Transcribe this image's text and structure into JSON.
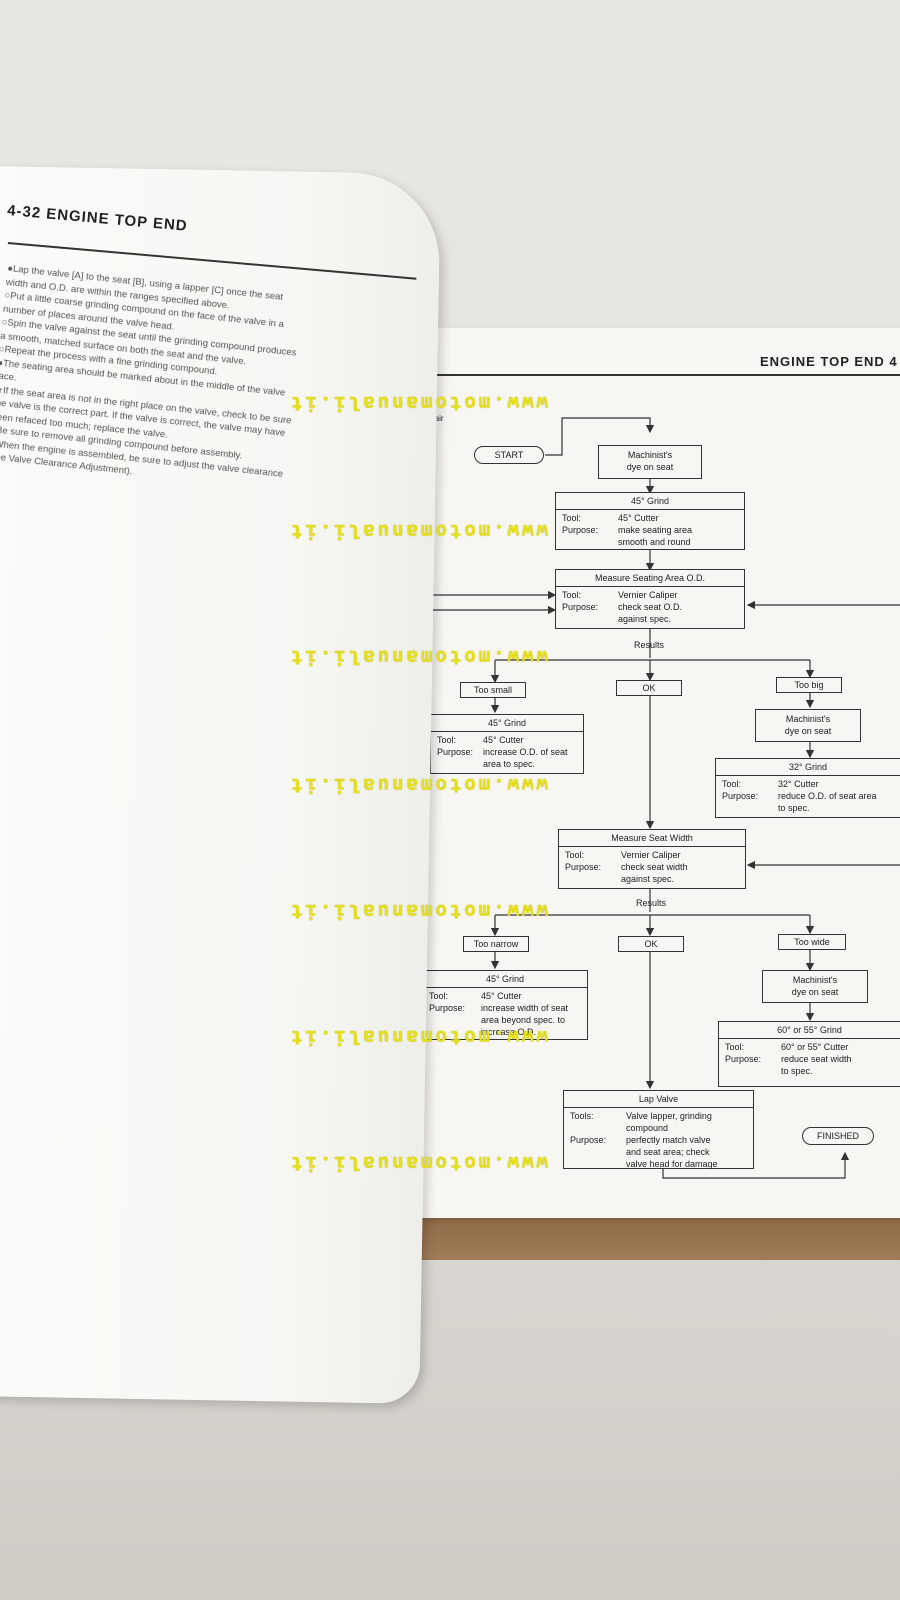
{
  "left_page": {
    "header": "4-32  ENGINE TOP END",
    "lines": [
      "●Lap the valve [A] to the seat [B], using a lapper [C] once the seat",
      "  width and O.D. are within the ranges specified above.",
      "○Put a little coarse grinding compound on the face of the valve in a",
      "  number of places around the valve head.",
      "○Spin the valve against the seat until the grinding compound produces",
      "  a smooth, matched surface on both the seat and the valve.",
      "○Repeat the process with a fine grinding compound.",
      "●The seating area should be marked about in the middle of the valve",
      "  face.",
      "★If the seat area is not in the right place on the valve, check to be sure",
      "  the valve is the correct part.  If the valve is correct, the valve may have",
      "  been refaced too much; replace the valve.",
      "●Be sure to remove all grinding compound before assembly.",
      "●When the engine is assembled, be sure to adjust the valve clearance",
      "  (see Valve Clearance Adjustment)."
    ]
  },
  "right_page": {
    "header": "ENGINE TOP END  4",
    "repair_label": "Repair"
  },
  "flowchart": {
    "start": "START",
    "finished": "FINISHED",
    "dye1": {
      "l1": "Machinist's",
      "l2": "dye on seat"
    },
    "grind45a": {
      "title": "45° Grind",
      "tool_label": "Tool:",
      "tool": "45° Cutter",
      "purpose_label": "Purpose:",
      "purpose1": "make seating area",
      "purpose2": "smooth and round"
    },
    "measure_od": {
      "title": "Measure Seating Area O.D.",
      "tool_label": "Tool:",
      "tool": "Vernier Caliper",
      "purpose_label": "Purpose:",
      "purpose1": "check seat O.D.",
      "purpose2": "against spec."
    },
    "results1": "Results",
    "too_small": "Too small",
    "ok1": "OK",
    "too_big": "Too big",
    "grind45b": {
      "title": "45° Grind",
      "tool_label": "Tool:",
      "tool": "45° Cutter",
      "purpose_label": "Purpose:",
      "purpose1": "increase O.D. of seat",
      "purpose2": "area to spec."
    },
    "dye2": {
      "l1": "Machinist's",
      "l2": "dye on seat"
    },
    "grind32": {
      "title": "32° Grind",
      "tool_label": "Tool:",
      "tool": "32° Cutter",
      "purpose_label": "Purpose:",
      "purpose1": "reduce O.D. of seat area",
      "purpose2": "to spec."
    },
    "measure_width": {
      "title": "Measure Seat Width",
      "tool_label": "Tool:",
      "tool": "Vernier Caliper",
      "purpose_label": "Purpose:",
      "purpose1": "check seat width",
      "purpose2": "against spec."
    },
    "results2": "Results",
    "too_narrow": "Too narrow",
    "ok2": "OK",
    "too_wide": "Too wide",
    "grind45c": {
      "title": "45° Grind",
      "tool_label": "Tool:",
      "tool": "45° Cutter",
      "purpose_label": "Purpose:",
      "purpose1": "increase width of seat",
      "purpose2": "area beyond spec. to",
      "purpose3": "increase O.D."
    },
    "dye3": {
      "l1": "Machinist's",
      "l2": "dye on seat"
    },
    "grind6055": {
      "title": "60° or 55° Grind",
      "tool_label": "Tool:",
      "tool": "60° or 55° Cutter",
      "purpose_label": "Purpose:",
      "purpose1": "reduce seat width",
      "purpose2": "to spec."
    },
    "lap": {
      "title": "Lap Valve",
      "tool_label": "Tools:",
      "tool1": "Valve lapper, grinding",
      "tool2": "compound",
      "purpose_label": "Purpose:",
      "purpose1": "perfectly match valve",
      "purpose2": "and seat area; check",
      "purpose3": "valve head for damage"
    }
  },
  "watermark": "www.motomanuali.it"
}
